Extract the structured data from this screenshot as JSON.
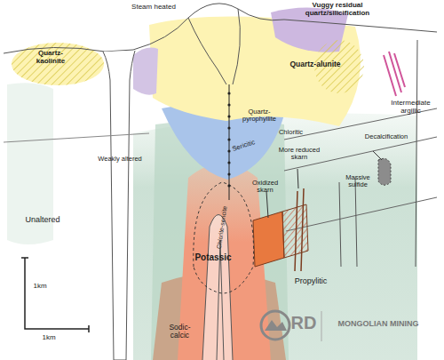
{
  "diagram": {
    "labels": [
      "Steam heated",
      "Vuggy residual quartz/silicification",
      "Quartz-kaolinite",
      "Quartz-alunite",
      "Intermediate argillic",
      "Quartz-pyrophyllite",
      "Chloritic",
      "Sericitic",
      "Weakly altered",
      "Decalcification",
      "More reduced skarn",
      "Oxidized skarn",
      "Massive sulfide",
      "Unaltered",
      "Chlorite-sericite",
      "Potassic",
      "Propylitic",
      "Sodic-calcic",
      "1km",
      "1km",
      "RD",
      "MONGOLIAN MINING"
    ]
  }
}
